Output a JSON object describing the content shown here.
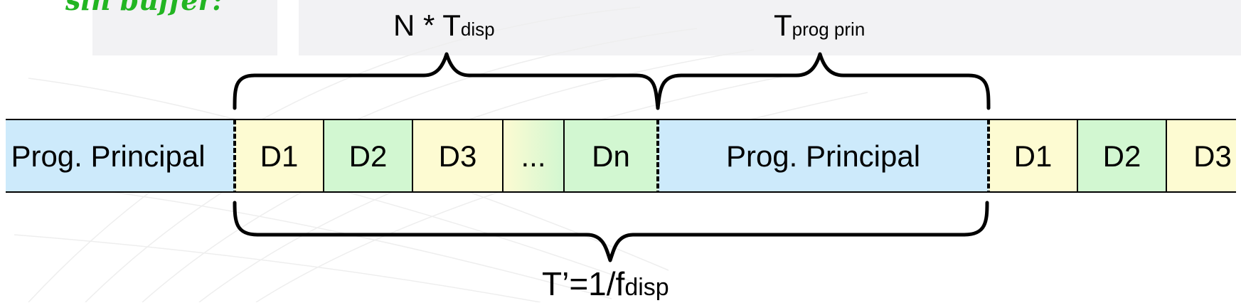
{
  "header": {
    "fragment_text": "sin buffer:"
  },
  "timeline": {
    "segments": [
      {
        "label": "Prog. Principal",
        "kind": "main"
      },
      {
        "label": "D1",
        "kind": "yellow"
      },
      {
        "label": "D2",
        "kind": "green"
      },
      {
        "label": "D3",
        "kind": "yellow"
      },
      {
        "label": "...",
        "kind": "gradient"
      },
      {
        "label": "Dn",
        "kind": "green"
      },
      {
        "label": "Prog. Principal",
        "kind": "main"
      },
      {
        "label": "D1",
        "kind": "yellow"
      },
      {
        "label": "D2",
        "kind": "green"
      },
      {
        "label": "D3",
        "kind": "yellow"
      }
    ],
    "colors": {
      "main": "#cdeafb",
      "yellow": "#fdfbd2",
      "green": "#d2f7d1",
      "line": "#000000"
    }
  },
  "braces": {
    "top_left": {
      "main": "N * T",
      "sub": "disp"
    },
    "top_right": {
      "main": "T",
      "sub": "prog prin"
    },
    "bottom": {
      "main": "T’=1/f",
      "sub": "disp"
    }
  }
}
